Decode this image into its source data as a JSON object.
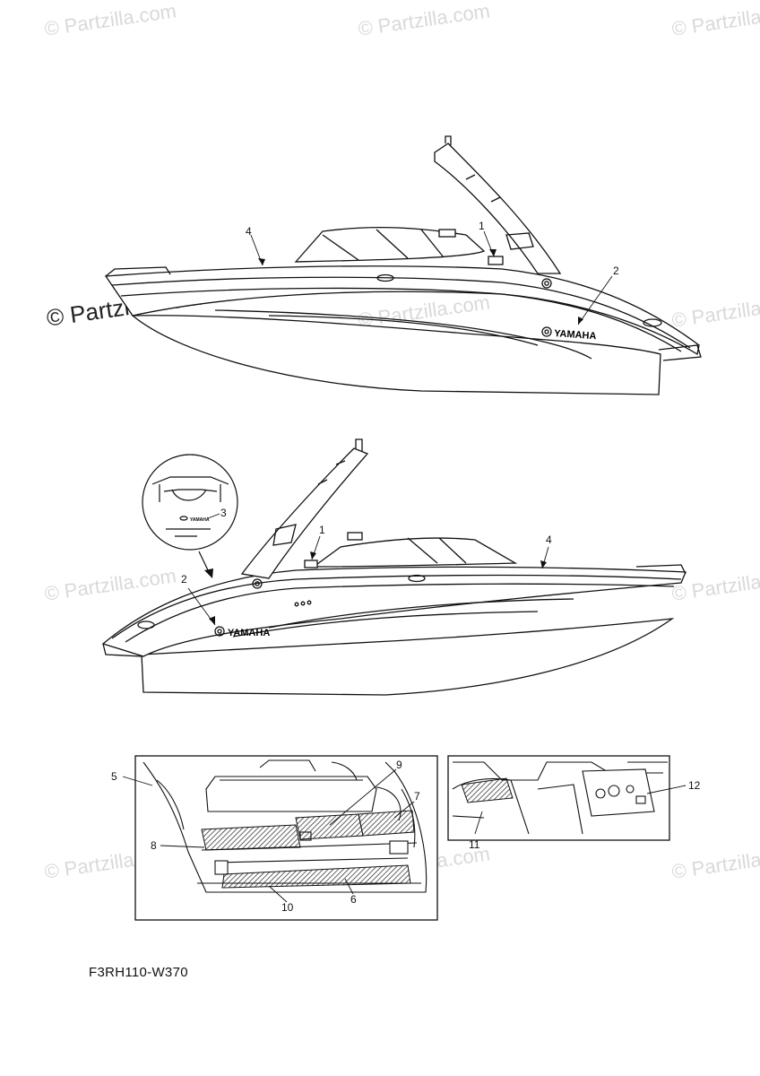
{
  "watermark": {
    "text": "© Partzilla.com"
  },
  "diagram_code": "F3RH110-W370",
  "brand_label": "YAMAHA",
  "callouts": {
    "top_1": "1",
    "top_2": "2",
    "top_4": "4",
    "mid_1": "1",
    "mid_2": "2",
    "mid_3": "3",
    "mid_4": "4",
    "d5": "5",
    "d6": "6",
    "d7": "7",
    "d8": "8",
    "d9": "9",
    "d10": "10",
    "d11": "11",
    "d12": "12"
  }
}
